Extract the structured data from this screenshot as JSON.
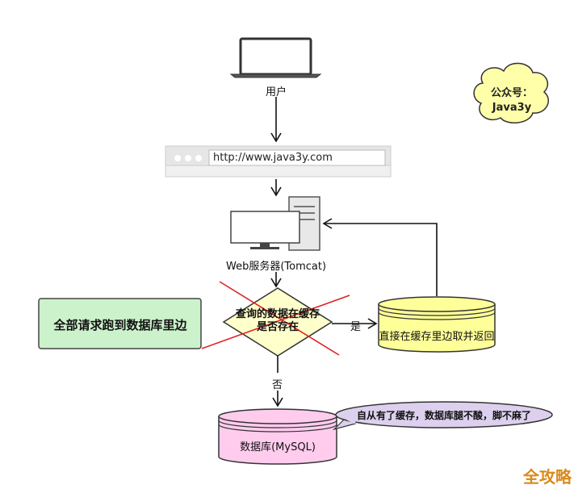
{
  "user": {
    "label": "用户"
  },
  "browser": {
    "url": "http://www.java3y.com"
  },
  "web_server": {
    "label": "Web服务器(Tomcat)"
  },
  "decision": {
    "line1": "查询的数据在缓存",
    "line2": "是否存在"
  },
  "branches": {
    "yes": "是",
    "no": "否"
  },
  "cache": {
    "label": "直接在缓存里边取并返回"
  },
  "database": {
    "label": "数据库(MySQL)"
  },
  "note_box": {
    "label": "全部请求跑到数据库里边"
  },
  "speech_bubble": {
    "text": "自从有了缓存，数据库腿不酸，脚不麻了"
  },
  "cloud": {
    "line1": "公众号：",
    "line2": "Java3y"
  },
  "watermark": {
    "text": "全攻略"
  },
  "colors": {
    "decision_fill": "#ffffcc",
    "cache_fill": "#ffff99",
    "db_fill": "#ffccee",
    "note_fill": "#ccf2cc",
    "bubble_fill": "#dcd0ee",
    "cloud_fill": "#ffffaa",
    "cross_color": "#dd2222"
  }
}
